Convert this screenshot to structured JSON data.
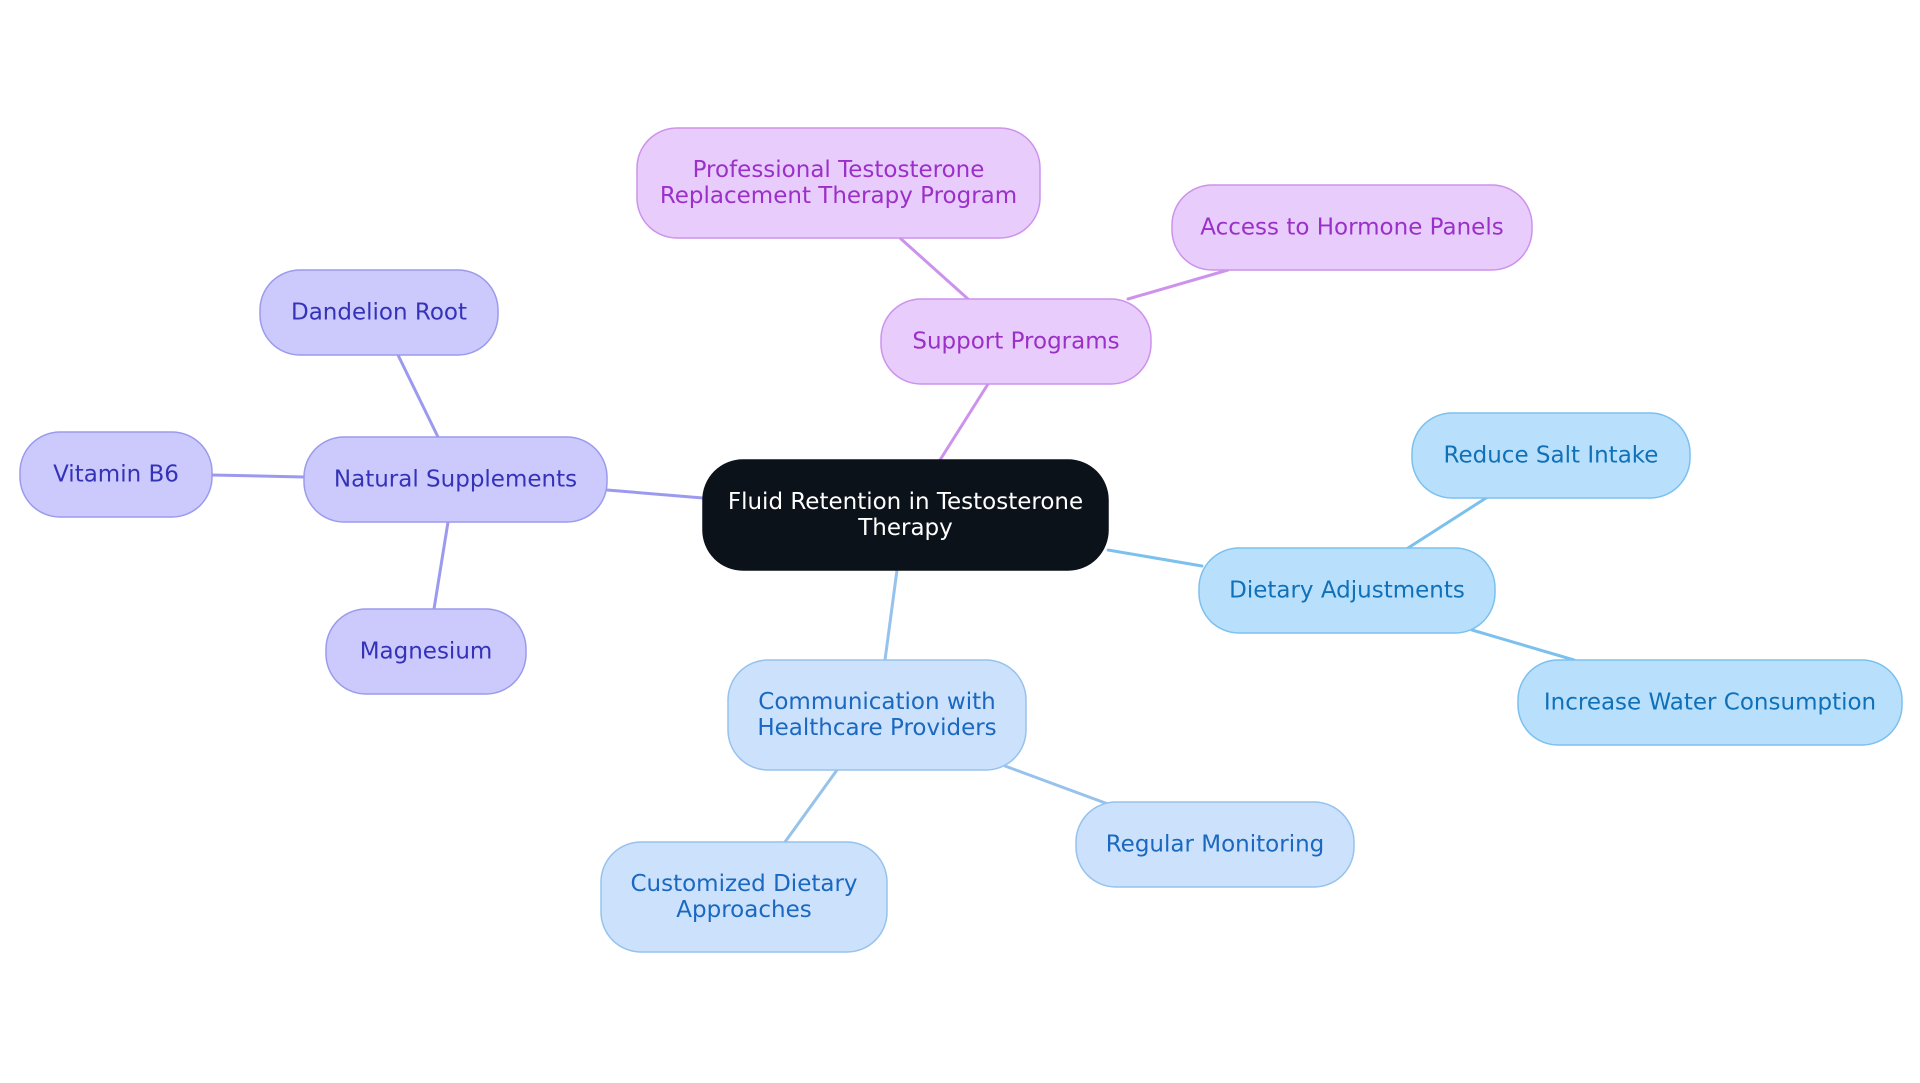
{
  "diagram": {
    "type": "mindmap",
    "root": {
      "id": "root",
      "lines": [
        "Fluid Retention in Testosterone",
        "Therapy"
      ]
    },
    "branches": [
      {
        "id": "support",
        "lines": [
          "Support Programs"
        ],
        "colors": {
          "fill": "#e8ccfc",
          "stroke": "#cd92ec",
          "text": "#9b30c9",
          "edge": "#cd92ec"
        },
        "children": [
          {
            "id": "support-1",
            "lines": [
              "Professional Testosterone",
              "Replacement Therapy Program"
            ]
          },
          {
            "id": "support-2",
            "lines": [
              "Access to Hormone Panels"
            ]
          }
        ]
      },
      {
        "id": "supplements",
        "lines": [
          "Natural Supplements"
        ],
        "colors": {
          "fill": "#cccafc",
          "stroke": "#9b9aee",
          "text": "#3432b8",
          "edge": "#9b9aee"
        },
        "children": [
          {
            "id": "supplements-1",
            "lines": [
              "Dandelion Root"
            ]
          },
          {
            "id": "supplements-2",
            "lines": [
              "Vitamin B6"
            ]
          },
          {
            "id": "supplements-3",
            "lines": [
              "Magnesium"
            ]
          }
        ]
      },
      {
        "id": "dietary",
        "lines": [
          "Dietary Adjustments"
        ],
        "colors": {
          "fill": "#b8e0fc",
          "stroke": "#7cc0ee",
          "text": "#1070b8",
          "edge": "#7cc0ee"
        },
        "children": [
          {
            "id": "dietary-1",
            "lines": [
              "Reduce Salt Intake"
            ]
          },
          {
            "id": "dietary-2",
            "lines": [
              "Increase Water Consumption"
            ]
          }
        ]
      },
      {
        "id": "communication",
        "lines": [
          "Communication with",
          "Healthcare Providers"
        ],
        "colors": {
          "fill": "#cce2fc",
          "stroke": "#96c2ec",
          "text": "#1a68c0",
          "edge": "#96c2ec"
        },
        "children": [
          {
            "id": "communication-1",
            "lines": [
              "Regular Monitoring"
            ]
          },
          {
            "id": "communication-2",
            "lines": [
              "Customized Dietary",
              "Approaches"
            ]
          }
        ]
      }
    ],
    "root_colors": {
      "fill": "#0c121a",
      "stroke": "#0c121a",
      "text": "#ffffff"
    }
  }
}
